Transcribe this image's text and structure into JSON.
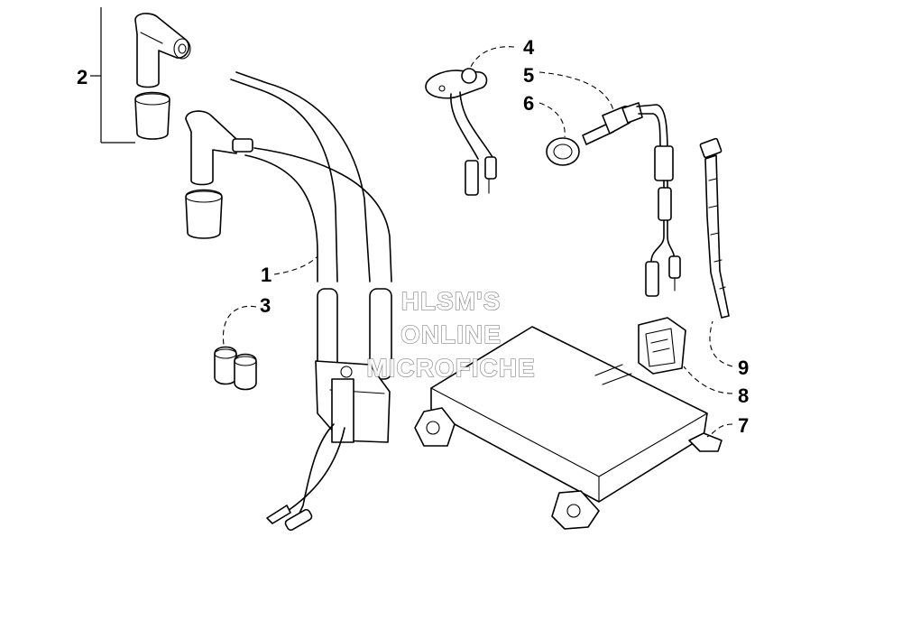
{
  "callouts": {
    "1": "1",
    "2": "2",
    "3": "3",
    "4": "4",
    "5": "5",
    "6": "6",
    "7": "7",
    "8": "8",
    "9": "9"
  },
  "watermark": [
    "HLSM'S",
    "ONLINE",
    "MICROFICHE"
  ],
  "colors": {
    "background": "#ffffff",
    "linework": "#000000",
    "watermark_outline": "#7a7a7a"
  }
}
